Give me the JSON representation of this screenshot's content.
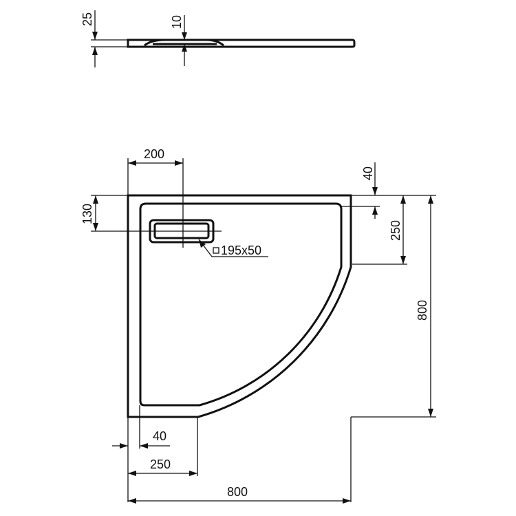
{
  "drawing": {
    "type": "technical drawing - quarter-circle shower tray",
    "units": "mm",
    "profile_view": {
      "thickness_label": "25",
      "waste_depth_label": "10"
    },
    "plan_view": {
      "width_label": "800",
      "depth_label": "800",
      "waste_offset_x_label": "200",
      "waste_offset_y_label": "130",
      "waste_size_label": "195x50",
      "rim_top_label": "40",
      "rim_left_label": "40",
      "straight_right_label": "250",
      "straight_bottom_label": "250"
    },
    "colors": {
      "line": "#111111",
      "background": "#ffffff"
    }
  }
}
